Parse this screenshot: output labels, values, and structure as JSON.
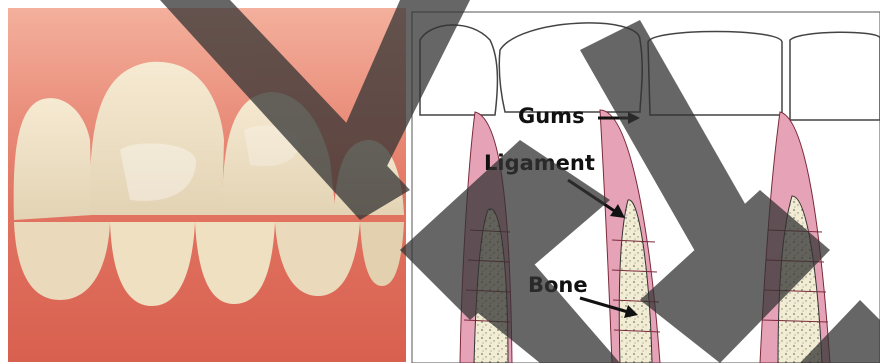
{
  "labels": {
    "gums": "Gums",
    "ligament": "Ligament",
    "bone": "Bone"
  },
  "colors": {
    "gum_photo": "#e0705e",
    "tooth_enamel": "#efe2c8",
    "diagram_background": "#ffffff",
    "diagram_gum": "#e6a3b8",
    "diagram_bone": "#f2ecd2",
    "diagram_ligament_line": "#7a2a3a",
    "watermark": "#333333"
  }
}
